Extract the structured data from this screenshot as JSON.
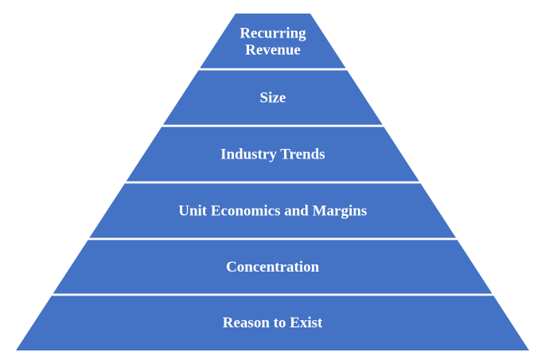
{
  "pyramid": {
    "fill_color": "#4472C4",
    "separator_color": "#ffffff",
    "tiers": [
      {
        "lines": [
          "Recurring",
          "Revenue"
        ]
      },
      {
        "lines": [
          "Size"
        ]
      },
      {
        "lines": [
          "Industry Trends"
        ]
      },
      {
        "lines": [
          "Unit Economics and Margins"
        ]
      },
      {
        "lines": [
          "Concentration"
        ]
      },
      {
        "lines": [
          "Reason to Exist"
        ]
      }
    ]
  }
}
